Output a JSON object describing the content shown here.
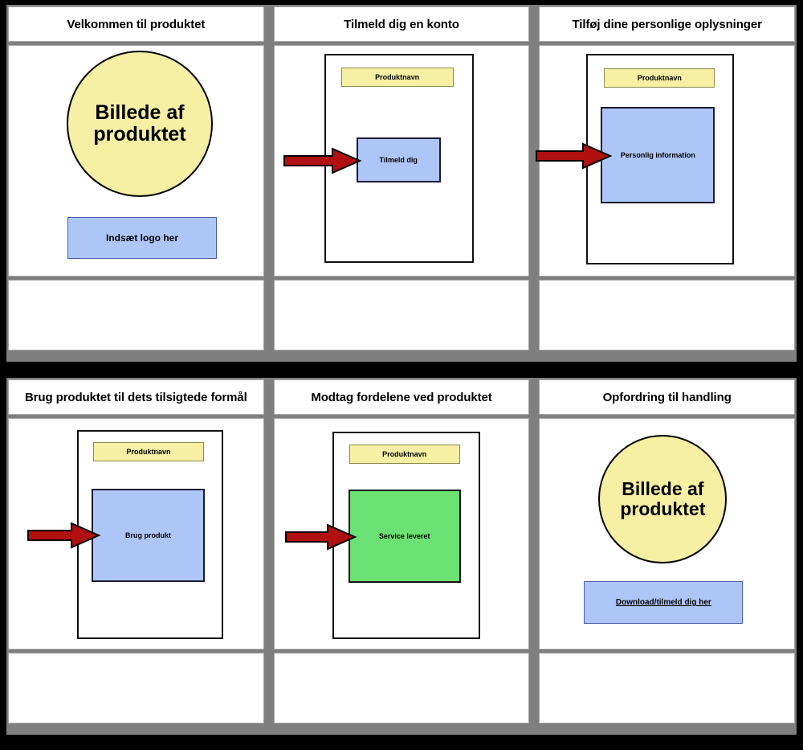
{
  "storyboard": {
    "panels": [
      {
        "id": "panel-1",
        "title": "Velkommen til produktet",
        "caption": "",
        "circle_text": "Billede af produktet",
        "logo_text": "Indsæt logo her"
      },
      {
        "id": "panel-2",
        "title": "Tilmeld dig en konto",
        "caption": "",
        "product_name": "Produktnavn",
        "action_text": "Tilmeld dig"
      },
      {
        "id": "panel-3",
        "title": "Tilføj dine personlige oplysninger",
        "caption": "",
        "product_name": "Produktnavn",
        "action_text": "Personlig information"
      },
      {
        "id": "panel-4",
        "title": "Brug produktet til dets tilsigtede formål",
        "caption": "",
        "product_name": "Produktnavn",
        "action_text": "Brug produkt"
      },
      {
        "id": "panel-5",
        "title": "Modtag fordelene ved produktet",
        "caption": "",
        "product_name": "Produktnavn",
        "action_text": "Service leveret"
      },
      {
        "id": "panel-6",
        "title": "Opfordring til handling",
        "caption": "",
        "circle_text": "Billede af produktet",
        "cta_text": "Download/tilmeld dig her"
      }
    ],
    "colors": {
      "frame": "#000000",
      "gutter": "#7f7f7f",
      "cell_background": "#ffffff",
      "cell_border": "#a6a6a6",
      "yellow": "#F6EFA4",
      "blue": "#AEC6F7",
      "green": "#6BE073",
      "arrow_red": "#B01010",
      "text": "#000000"
    },
    "icons": {
      "arrow": "right-arrow-icon"
    }
  }
}
